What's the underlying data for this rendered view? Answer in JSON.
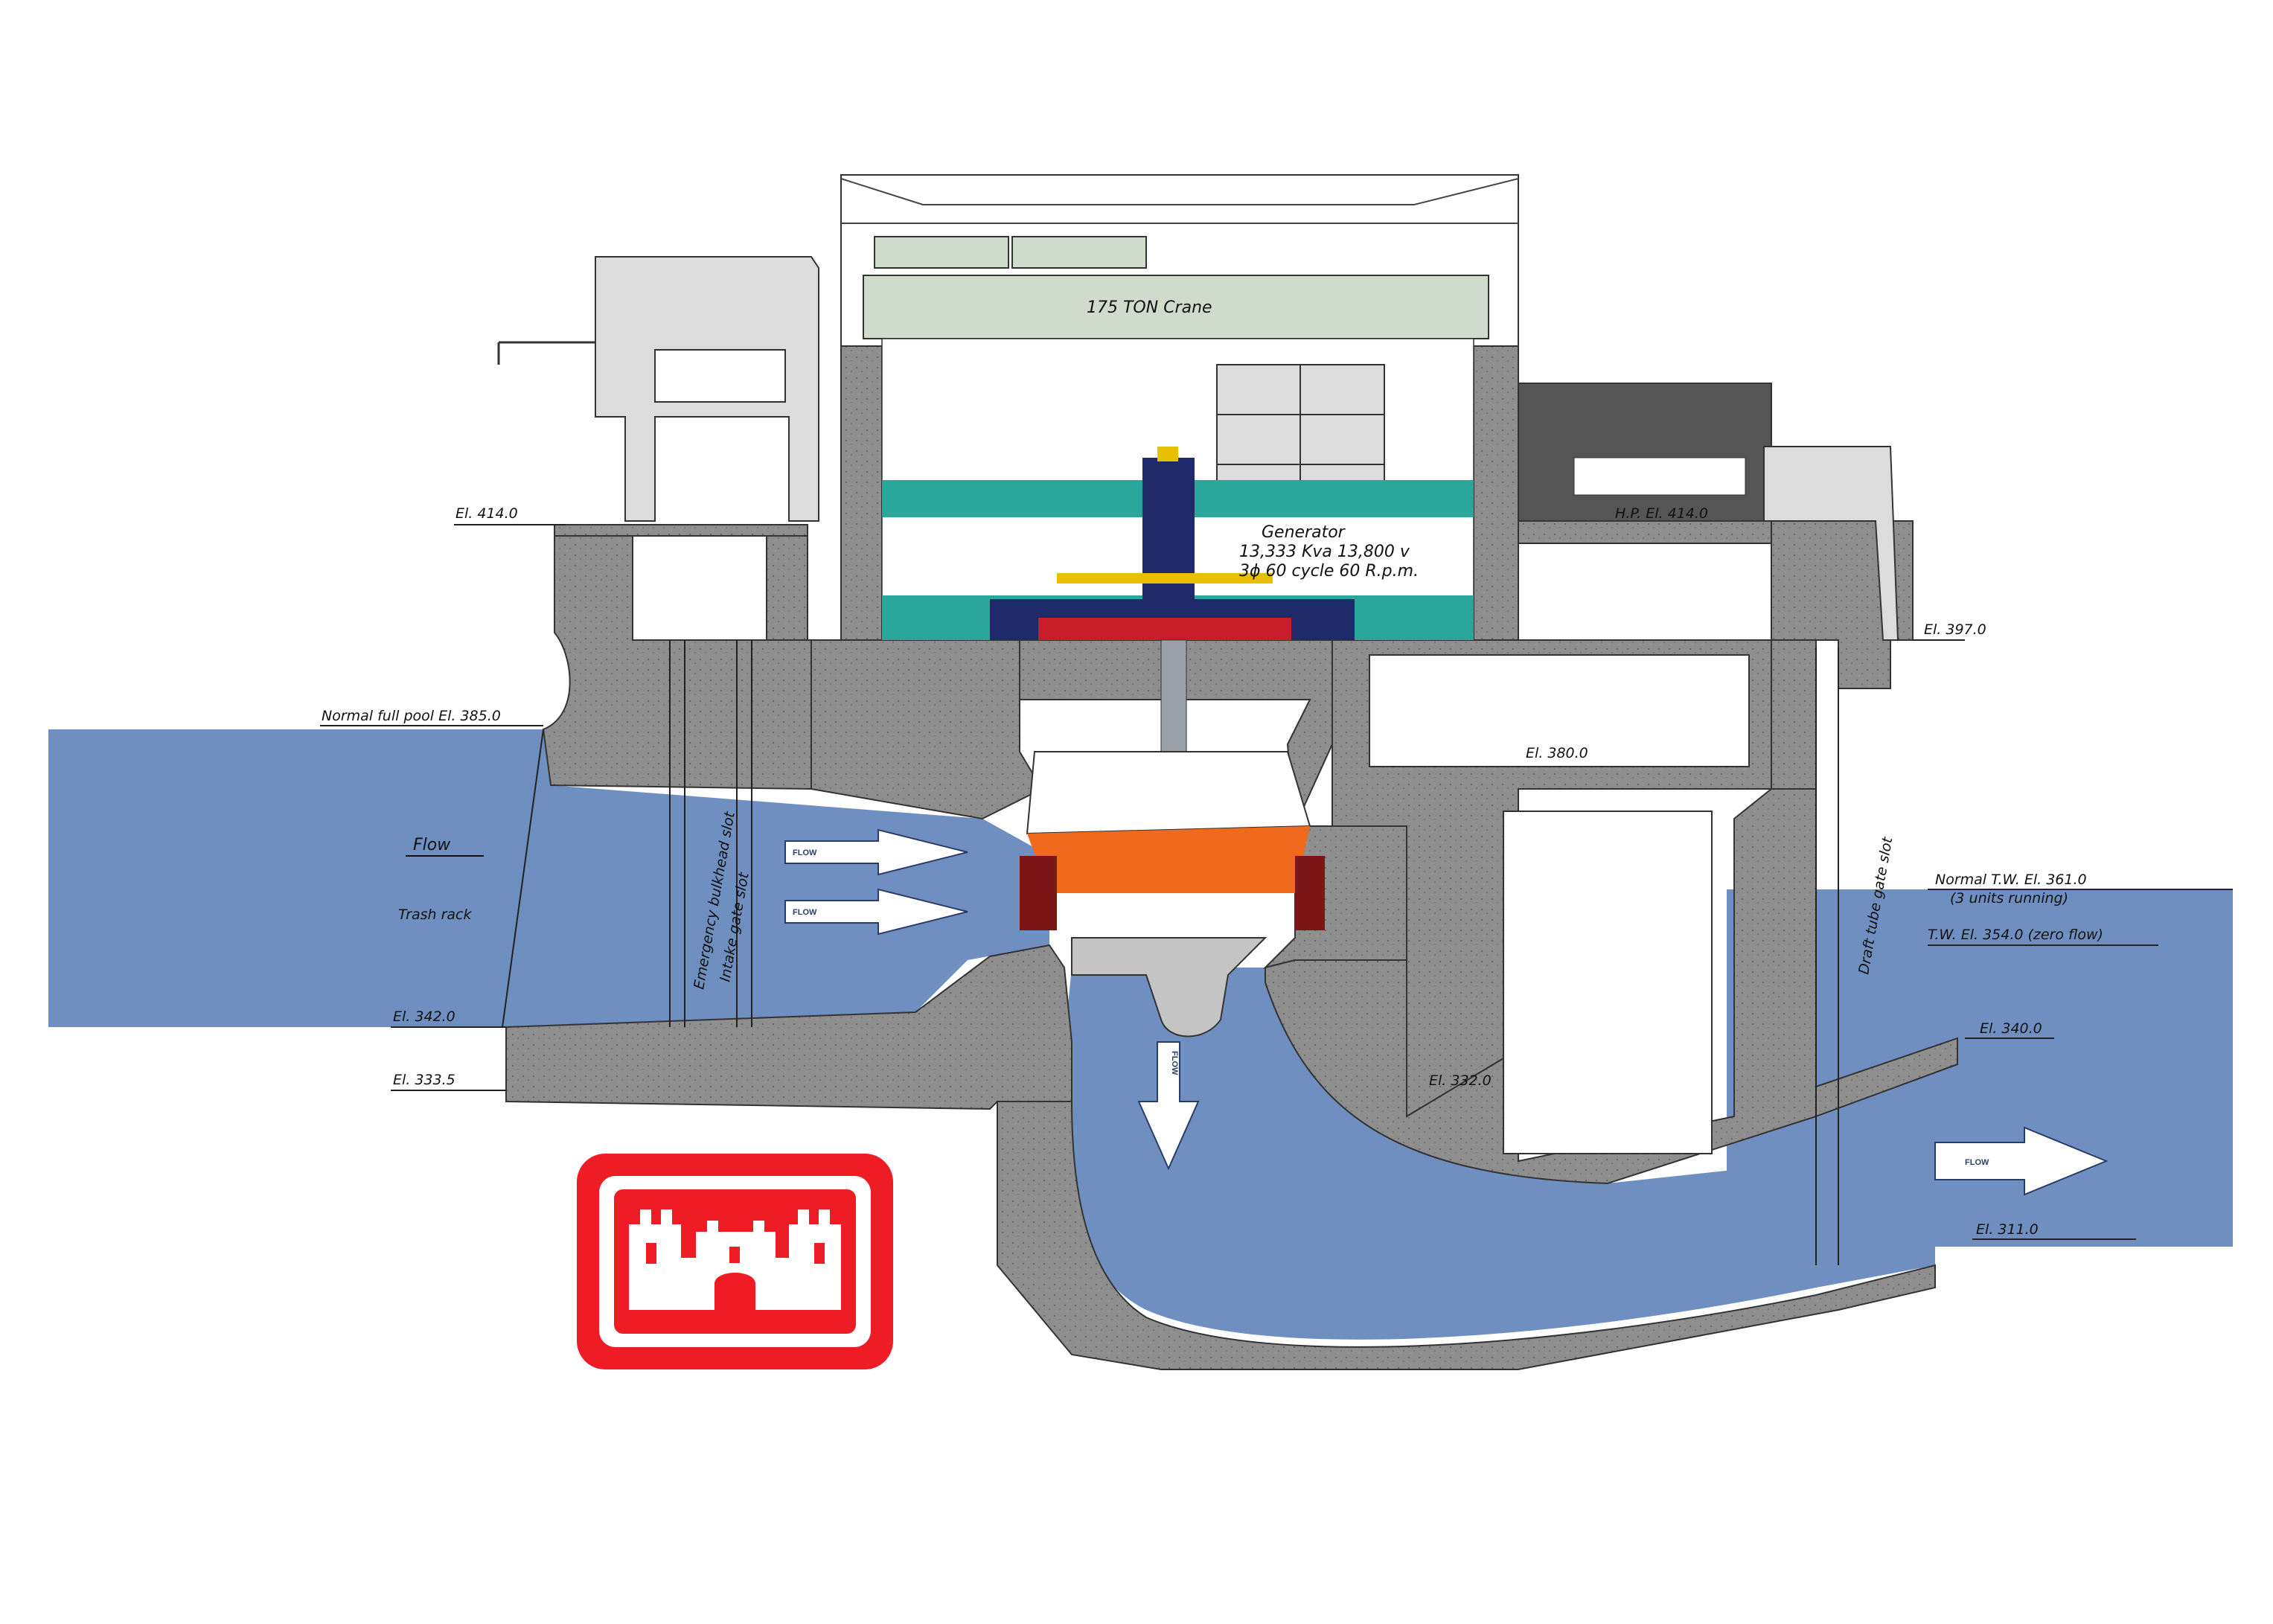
{
  "labels": {
    "el_414": "El. 414.0",
    "normal_full_pool": "Normal full pool El. 385.0",
    "flow_upstream": "Flow",
    "trash_rack": "Trash rack",
    "emergency_bulkhead_slot": "Emergency bulkhead slot",
    "intake_gate_slot": "Intake gate slot",
    "el_342": "El. 342.0",
    "el_333_5": "El. 333.5",
    "crane": "175 TON Crane",
    "generator_title": "Generator",
    "generator_line1": "13,333 Kva 13,800 v",
    "generator_line2": "3ϕ 60 cycle 60 R.p.m.",
    "hp_el": "H.P. El. 414.0",
    "el_397": "El. 397.0",
    "el_380": "El. 380.0",
    "el_332": "El. 332.0",
    "normal_tw_line1": "Normal T.W. El. 361.0",
    "normal_tw_line2": "(3 units running)",
    "tw_zero_flow": "T.W. El. 354.0 (zero flow)",
    "draft_tube_gate_slot": "Draft tube gate slot",
    "el_340": "El. 340.0",
    "el_311": "El. 311.0",
    "flow_arrow_1": "FLOW",
    "flow_arrow_2": "FLOW",
    "flow_draft": "FLOW",
    "flow_tailrace": "FLOW"
  },
  "colors": {
    "water": "#6f8fc0",
    "concrete": "#8e8e8e",
    "concrete_dark": "#555555",
    "teal": "#2aa79b",
    "navy": "#1f2a6b",
    "red": "#c81d2a",
    "orange": "#f06a1e",
    "maroon": "#7a1616",
    "logo_red": "#ee1c25"
  },
  "logo": {
    "name": "US Army Corps of Engineers castle"
  }
}
